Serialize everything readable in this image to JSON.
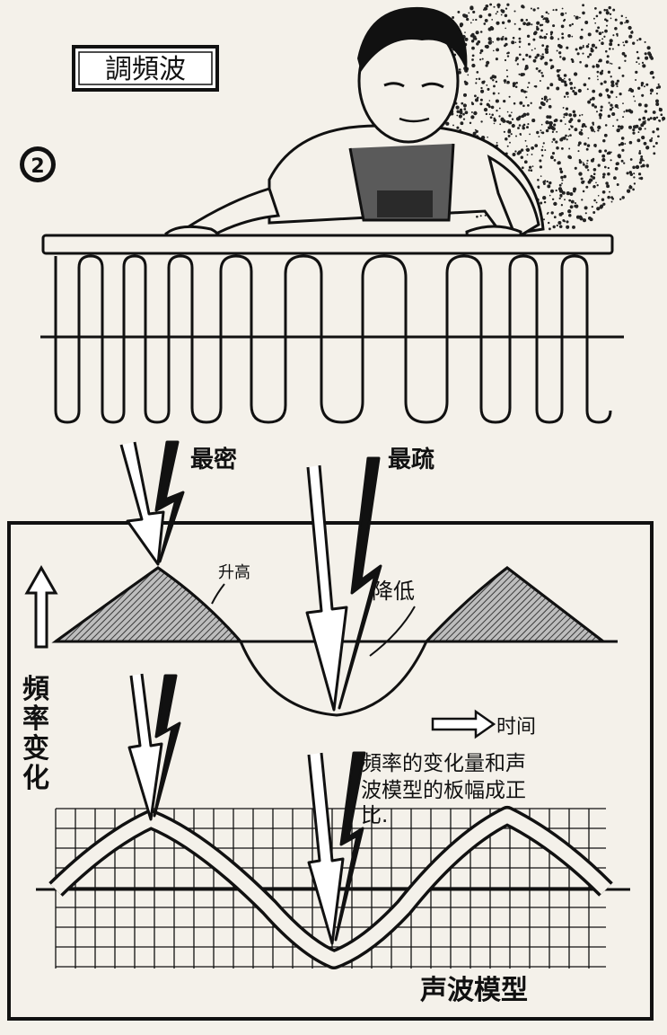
{
  "diagram": {
    "title": "調頻波",
    "figure_number": "2",
    "labels": {
      "densest": "最密",
      "sparsest": "最疏",
      "raise": "升高",
      "lower": "降低",
      "frequency_change": "頻率变化",
      "time": "时间",
      "note_line1": "頻率的变化量和声",
      "note_line2": "波模型的板幅成正",
      "note_line3": "比.",
      "sound_wave_model": "声波模型"
    },
    "colors": {
      "ink": "#111111",
      "paper": "#f4f1ea",
      "hatch": "#6a6a6a"
    },
    "icons": [
      "figure-number-icon",
      "up-arrow-icon",
      "right-arrow-icon",
      "lightning-arrow-icon"
    ]
  }
}
